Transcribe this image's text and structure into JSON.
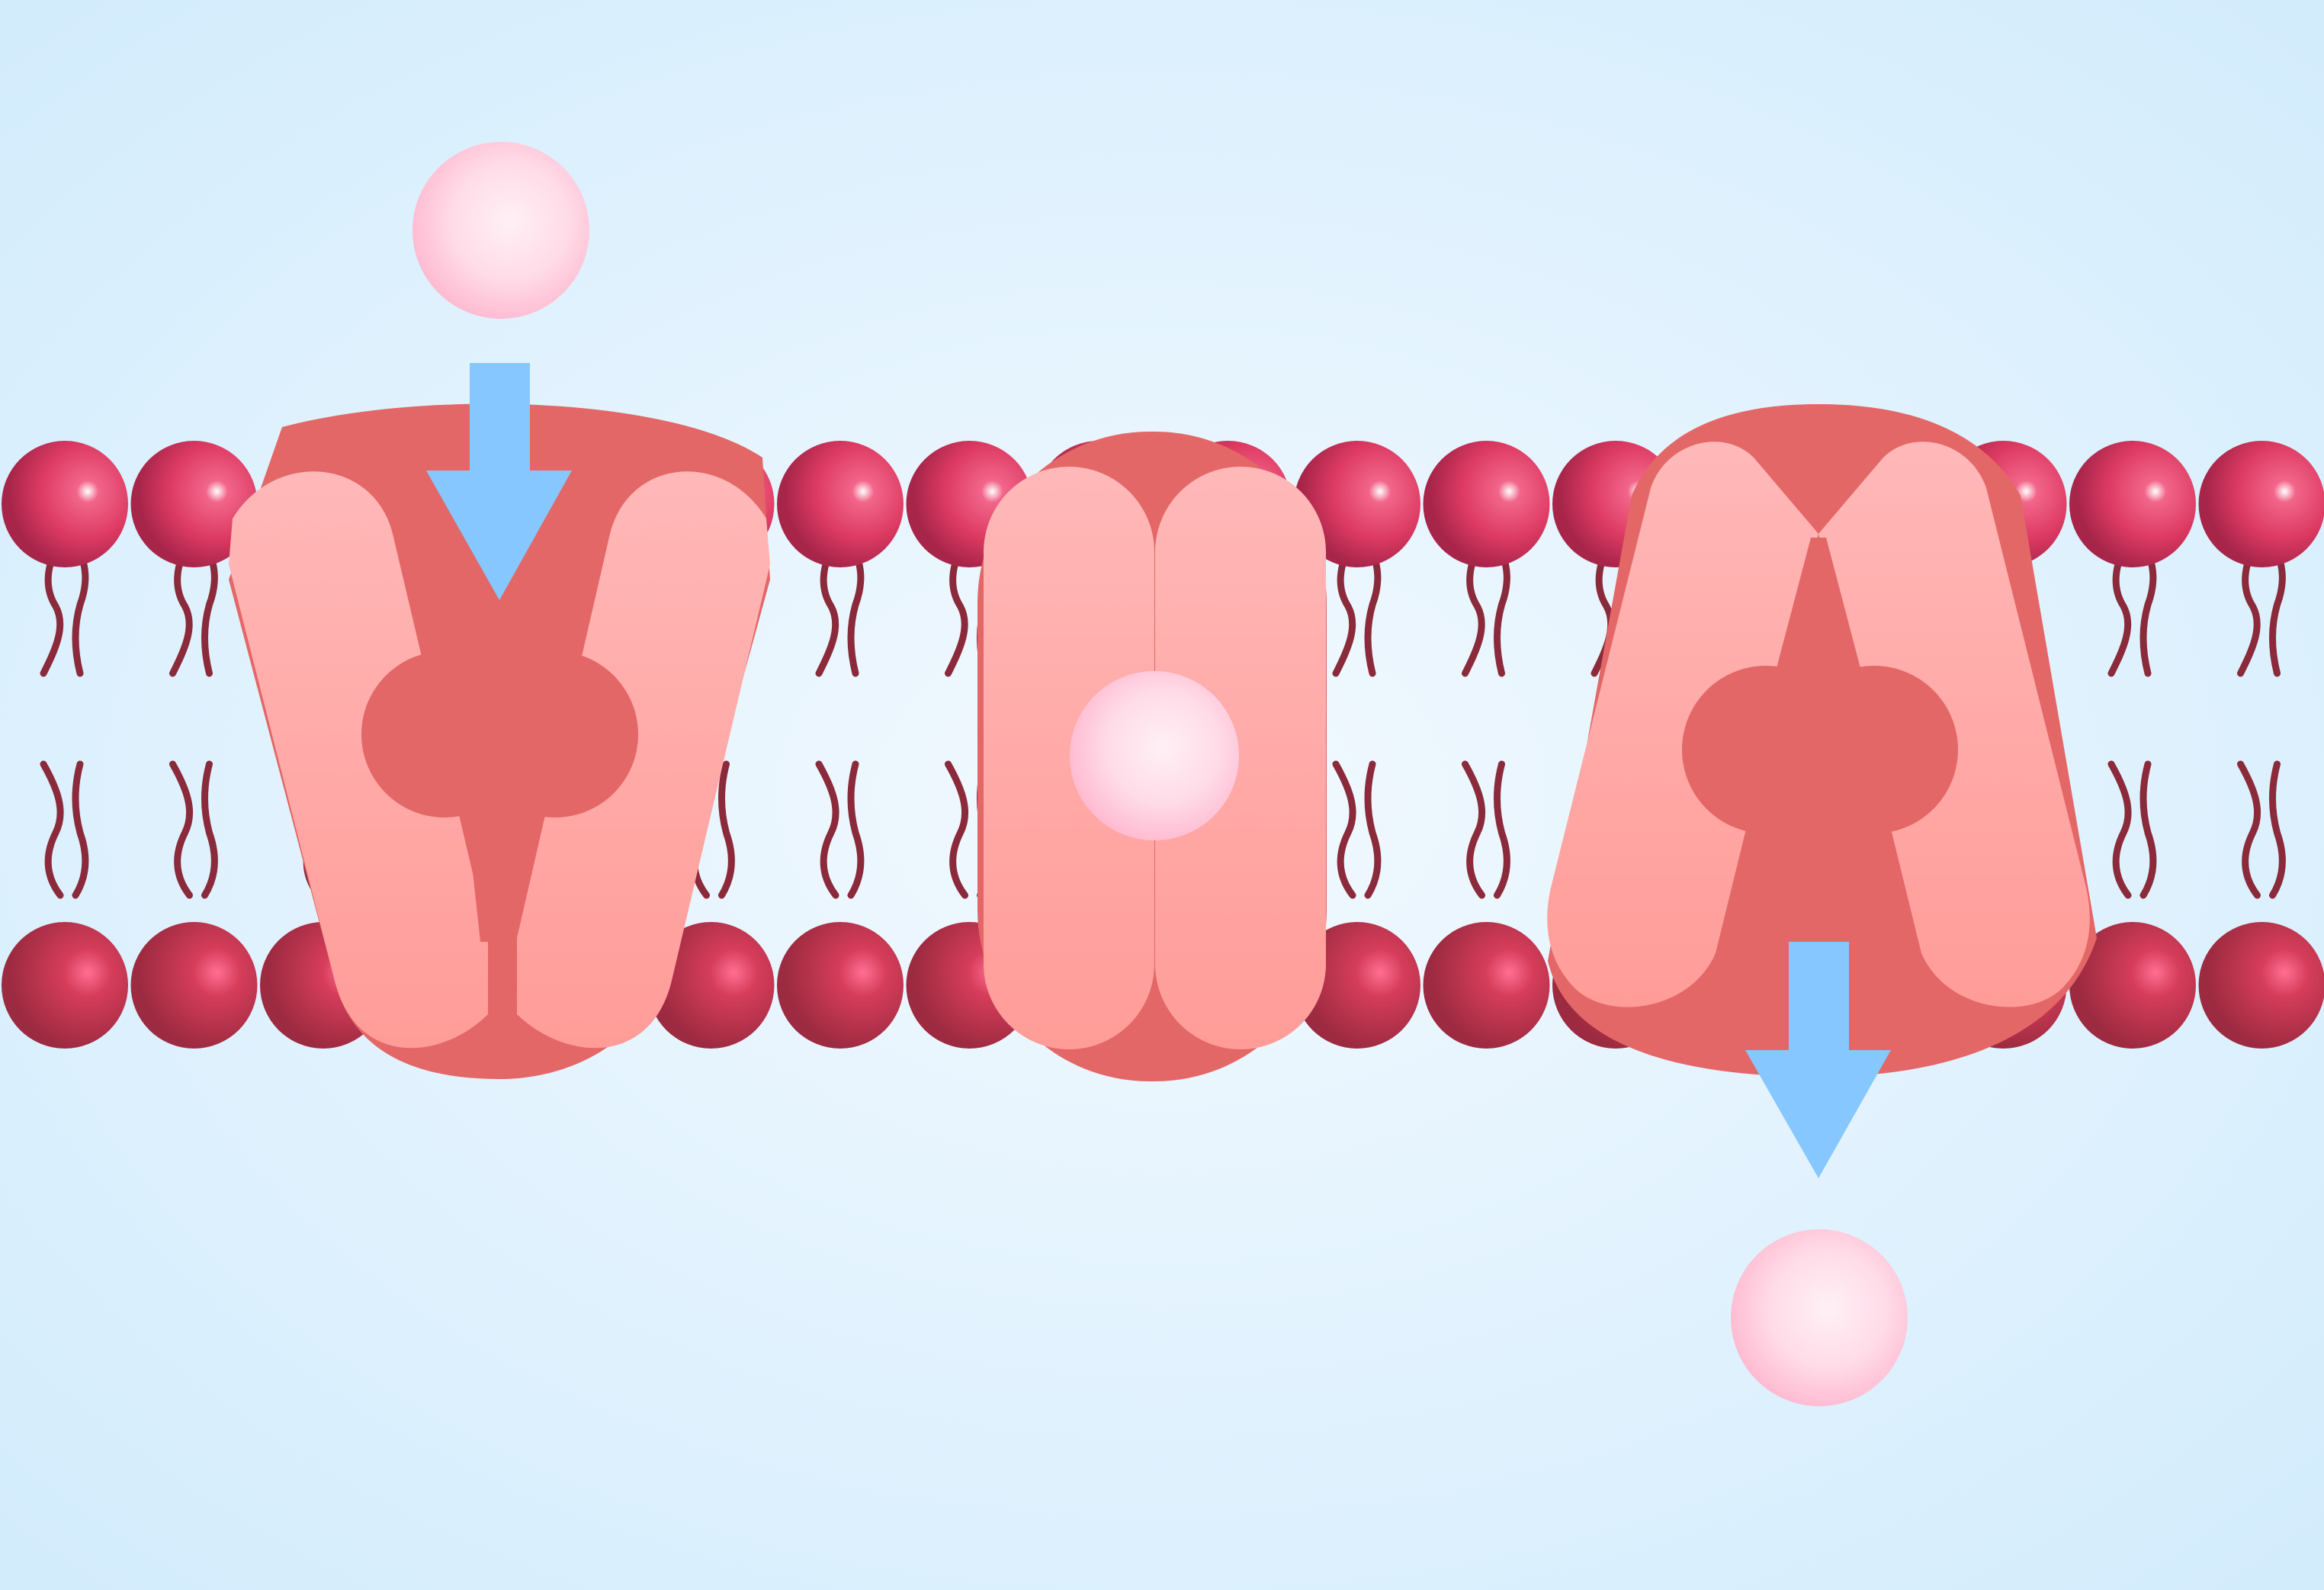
{
  "diagram": {
    "subject": "carrier-protein-transport-across-membrane",
    "stages": [
      {
        "id": "open-outward",
        "has_solute": true,
        "solute_position": "above",
        "arrow": "down-into-protein"
      },
      {
        "id": "occluded",
        "has_solute": true,
        "solute_position": "inside",
        "arrow": "none"
      },
      {
        "id": "open-inward",
        "has_solute": true,
        "solute_position": "below",
        "arrow": "down-out-of-protein"
      }
    ],
    "icons": [
      "down-arrow-icon",
      "down-arrow-icon"
    ],
    "colors": {
      "background_center": "#f2f9ff",
      "background_edge": "#d0ebfc",
      "lipid_head_top": "#e23a63",
      "lipid_head_bottom": "#c52e48",
      "lipid_tail": "#8a2a3a",
      "protein_body": "#e46767",
      "protein_helix": "#ffa6a2",
      "solute": "#ffd6e5",
      "arrow": "#85c7fe"
    }
  }
}
